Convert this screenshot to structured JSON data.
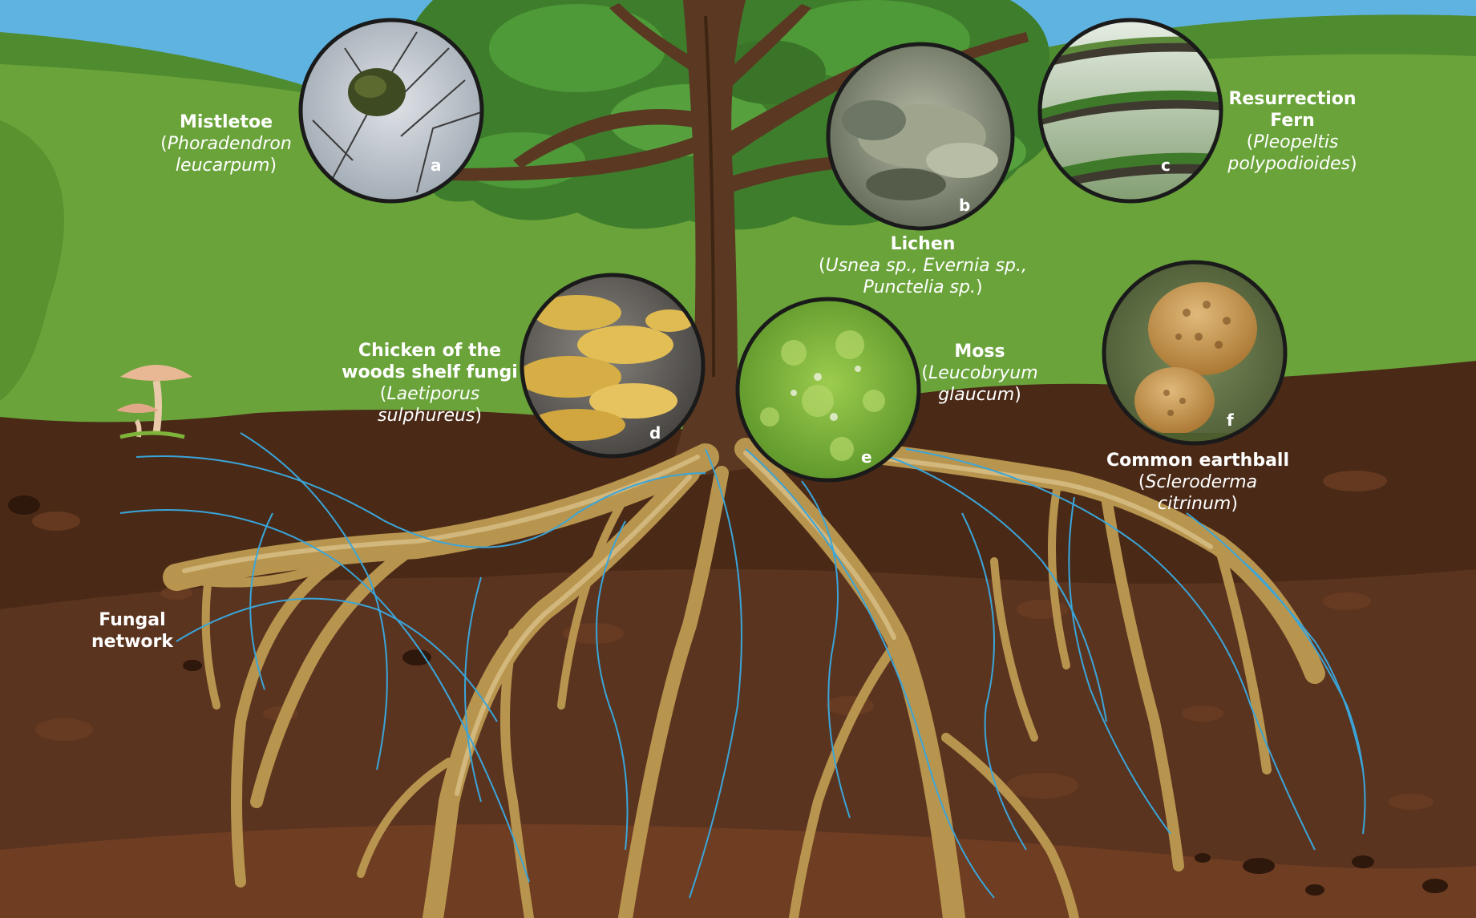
{
  "labels": {
    "a": {
      "name": [
        "Mistletoe"
      ],
      "sci": [
        "Phoradendron",
        "leucarpum"
      ],
      "letter": "a"
    },
    "b": {
      "name": [
        "Lichen"
      ],
      "sci": [
        "Usnea sp., Evernia sp.,",
        "Punctelia sp."
      ],
      "letter": "b"
    },
    "c": {
      "name": [
        "Resurrection",
        "Fern"
      ],
      "sci": [
        "Pleopeltis",
        "polypodioides"
      ],
      "letter": "c"
    },
    "d": {
      "name": [
        "Chicken of the",
        "woods shelf fungi"
      ],
      "sci": [
        "Laetiporus",
        "sulphureus"
      ],
      "letter": "d"
    },
    "e": {
      "name": [
        "Moss"
      ],
      "sci": [
        "Leucobryum",
        "glaucum"
      ],
      "letter": "e"
    },
    "f": {
      "name": [
        "Common earthball"
      ],
      "sci": [
        "Scleroderma",
        "citrinum"
      ],
      "letter": "f"
    },
    "network": {
      "name": [
        "Fungal",
        "network"
      ]
    }
  },
  "colors": {
    "sky": "#5fb3e0",
    "hill_far": "#4f8b2f",
    "grass": "#6aa33a",
    "soil_top": "#4a2a17",
    "soil_mid": "#5b3420",
    "soil_deep": "#6e3d22",
    "trunk": "#5a3822",
    "root": "#b8954e",
    "root_light": "#d8c088",
    "hyphae": "#3aa5d9",
    "canopy": "#3e7d2c",
    "canopy_light": "#4f9a38",
    "circle_border": "#1a1a1a"
  }
}
